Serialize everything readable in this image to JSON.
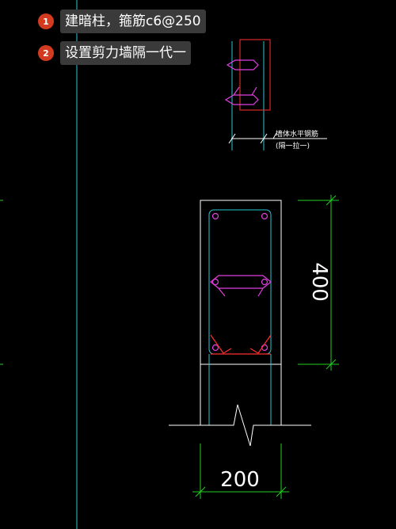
{
  "annotations": [
    {
      "number": "1",
      "text": "建暗柱，箍筋c6@250"
    },
    {
      "number": "2",
      "text": "设置剪力墙隔一代一"
    }
  ],
  "drawing": {
    "detail_label_line1": "墙体水平钢筋",
    "detail_label_line2": "(隔一拉一)",
    "dim_height": "400",
    "dim_width": "200"
  },
  "colors": {
    "background": "#000000",
    "cyan": "#27c8d8",
    "white": "#ffffff",
    "magenta": "#e040e0",
    "red": "#ff3030",
    "green": "#22d022",
    "badge": "#d23b1f"
  }
}
